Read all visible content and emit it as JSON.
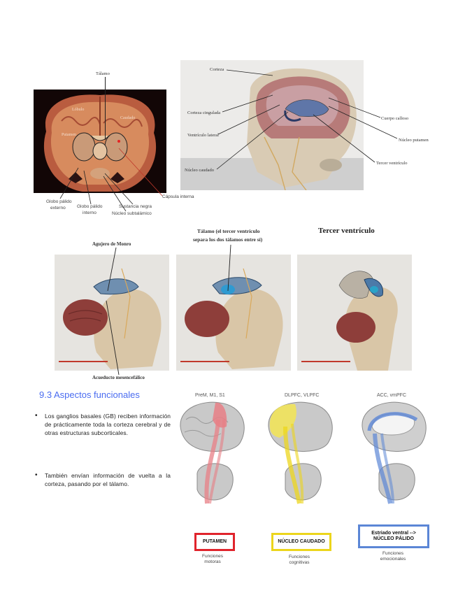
{
  "figure1": {
    "labels": {
      "talamo": "Tálamo",
      "lobulo_temporal": "Lóbulo",
      "caudado": "Caudado",
      "putamen": "Putamen",
      "globo_externo_1": "Globo pálido",
      "globo_externo_2": "externo",
      "globo_interno_1": "Globo pálido",
      "globo_interno_2": "interno",
      "sustancia_negra": "Sustancia negra",
      "nucleo_subtalamico": "Núcleo subtalámico",
      "capsula_interna": "Cápsula interna"
    }
  },
  "figure2": {
    "labels": {
      "corteza": "Corteza",
      "corteza_cingulada": "Corteza cingulada",
      "ventriculo_lateral": "Ventrículo lateral",
      "nucleo_caudado": "Núcleo caudado",
      "cuerpo_calloso": "Cuerpo calloso",
      "nucleo_putamen": "Núcleo putamen",
      "tercer_ventriculo": "Tercer ventrículo"
    }
  },
  "figure3": {
    "agujero_monro": "Agujero de Monro",
    "talamo_line1": "Tálamo (el tercer ventrículo",
    "talamo_line2": "separa los dos tálamos entre sí)",
    "tercer_ventriculo": "Tercer ventrículo",
    "acueducto": "Acueducto mesencefálico"
  },
  "section": {
    "title": "9.3 Aspectos funcionales",
    "bullets": [
      "Los ganglios basales (GB) reciben información de prácticamente toda la corteza cerebral y de otras estructuras subcorticales.",
      "También envían información de vuelta a la corteza, pasando por el tálamo."
    ]
  },
  "circuits": [
    {
      "region": "PreM, M1, S1",
      "tag": "PUTAMEN",
      "tag2": "",
      "func1": "Funciones",
      "func2": "motoras",
      "color": "#e0242c"
    },
    {
      "region": "DLPFC, VLPFC",
      "tag": "NÚCLEO CAUDADO",
      "tag2": "",
      "func1": "Funciones",
      "func2": "cognitivas",
      "color": "#ecd51c"
    },
    {
      "region": "ACC, vmPFC",
      "tag": "Estriado ventral -->",
      "tag2": "NÚCLEO PÁLIDO",
      "func1": "Funciones",
      "func2": "emocionales",
      "color": "#5b86d6"
    }
  ]
}
